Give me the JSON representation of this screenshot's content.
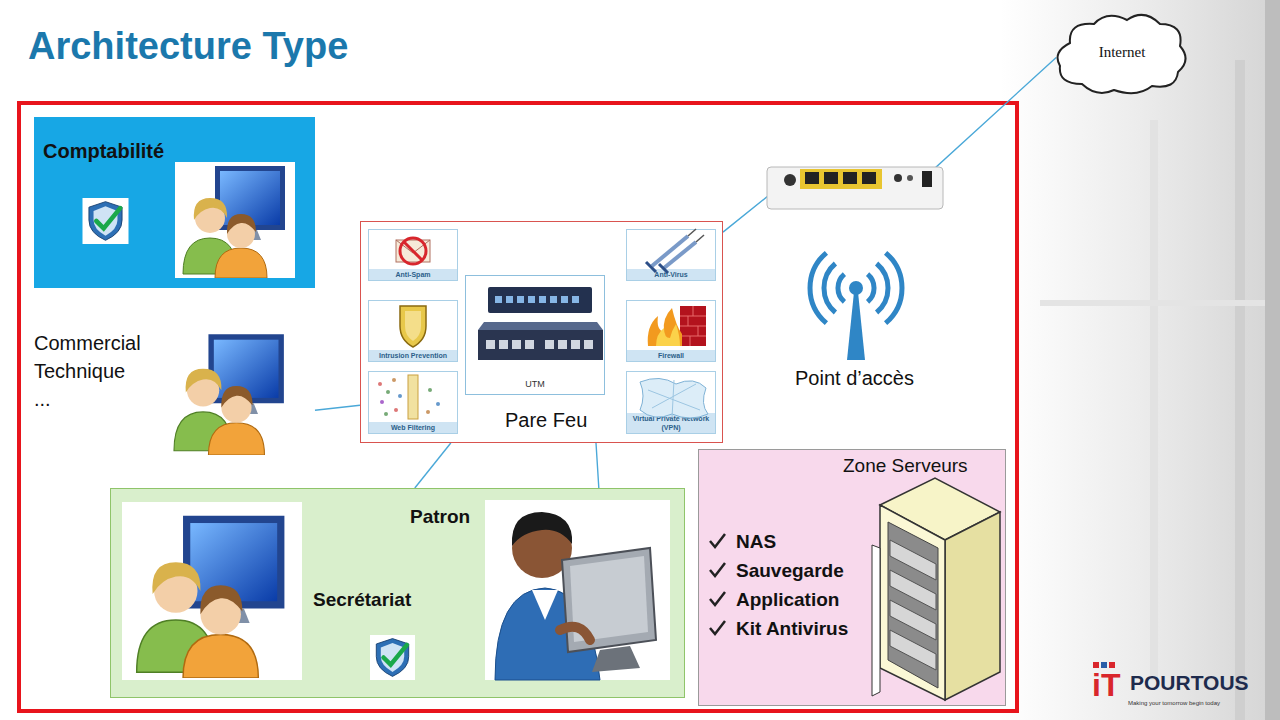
{
  "diagram": {
    "title": "Architecture Type",
    "nodes": [
      {
        "text": [
          "Internet"
        ]
      },
      {
        "text": [
          "Comptabilité"
        ]
      },
      {
        "text": [
          "Commercial Technique ..."
        ]
      },
      {
        "text": [
          "Pare Feu"
        ]
      },
      {
        "text": [
          "Anti-Spam"
        ],
        "in": 3
      },
      {
        "text": [
          "Intrusion Prevention"
        ],
        "in": 3
      },
      {
        "text": [
          "Web Filtering"
        ],
        "in": 3
      },
      {
        "text": [
          "UTM"
        ],
        "in": 3
      },
      {
        "text": [
          "Anti-Virus"
        ],
        "in": 3
      },
      {
        "text": [
          "Firewall"
        ],
        "in": 3
      },
      {
        "text": [
          "Virtual Private Network (VPN)"
        ],
        "in": 3
      },
      {
        "text": [
          "Zone Serveurs",
          "NAS",
          "Sauvegarde",
          "Application",
          "Kit Antivirus"
        ]
      },
      {
        "text": [
          "Patron",
          "Secrétariat"
        ]
      }
    ],
    "edges": [
      {
        "from": 3,
        "to": 0,
        "arrow": "none"
      },
      {
        "from": 3,
        "to": 2,
        "arrow": "none"
      },
      {
        "from": 7,
        "to": 4,
        "arrow": "none"
      },
      {
        "from": 7,
        "to": 5,
        "arrow": "none"
      },
      {
        "from": 7,
        "to": 6,
        "arrow": "none"
      },
      {
        "from": 7,
        "to": 8,
        "arrow": "none"
      },
      {
        "from": 7,
        "to": 9,
        "arrow": "none"
      },
      {
        "from": 7,
        "to": 10,
        "arrow": "none"
      },
      {
        "from": 3,
        "to": 12,
        "arrow": "none"
      },
      {
        "from": 3,
        "to": 12,
        "arrow": "none"
      }
    ],
    "labels": [
      "Point d’accès",
      "iT",
      "POURTOUS",
      "Making your tomorrow begin today"
    ]
  }
}
